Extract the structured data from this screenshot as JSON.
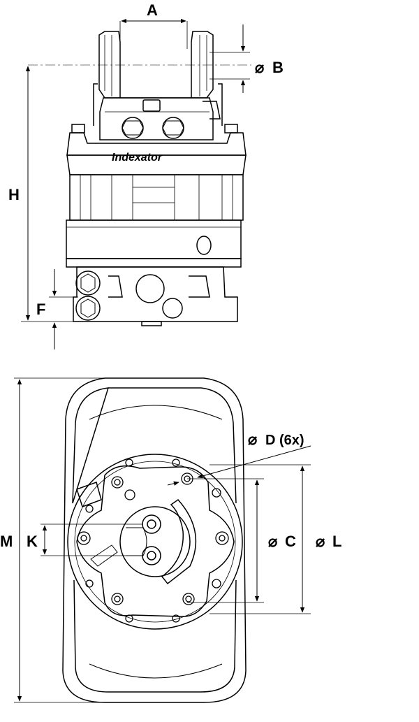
{
  "labels": {
    "A": "A",
    "B": "B",
    "H": "H",
    "F": "F",
    "M": "M",
    "K": "K",
    "C": "C",
    "L": "L",
    "D": "D (6x)",
    "diameter": "⌀"
  },
  "brand": "Indexator",
  "colors": {
    "line": "#000000",
    "background": "#ffffff"
  }
}
